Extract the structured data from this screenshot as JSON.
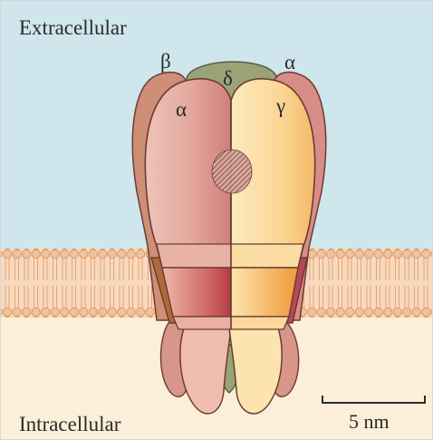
{
  "regions": {
    "extracellular": "Extracellular",
    "intracellular": "Intracellular"
  },
  "subunits": {
    "beta": "β",
    "delta": "δ",
    "alpha_right": "α",
    "alpha_left": "α",
    "gamma": "γ"
  },
  "scale_bar": {
    "label": "5 nm"
  },
  "colors": {
    "extracellular": "#cfe6ec",
    "intracellular": "#fcefd9",
    "membrane": "#f0c49e",
    "alpha": "#d99a92",
    "beta": "#cf8e76",
    "delta": "#9ba277",
    "gamma": "#fad79a"
  }
}
